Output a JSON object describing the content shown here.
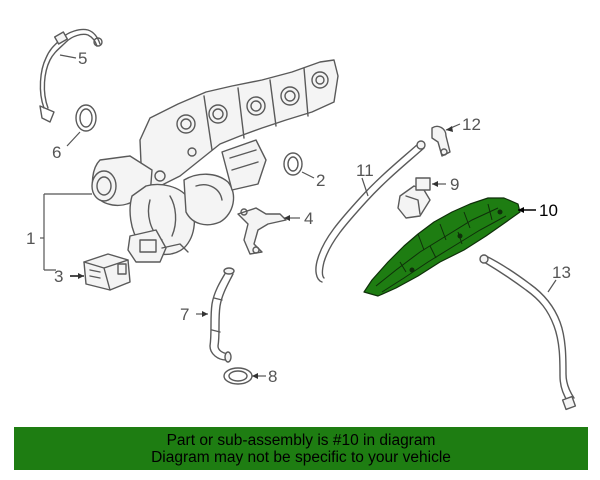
{
  "callouts": {
    "c1": "1",
    "c2": "2",
    "c3": "3",
    "c4": "4",
    "c5": "5",
    "c6": "6",
    "c7": "7",
    "c8": "8",
    "c9": "9",
    "c10": "10",
    "c11": "11",
    "c12": "12",
    "c13": "13"
  },
  "highlight": {
    "part_number": "10",
    "color": "#1e7d12"
  },
  "banner": {
    "line1": "Part or sub-assembly is #10 in diagram",
    "line2": "Diagram may not be specific to your vehicle"
  }
}
